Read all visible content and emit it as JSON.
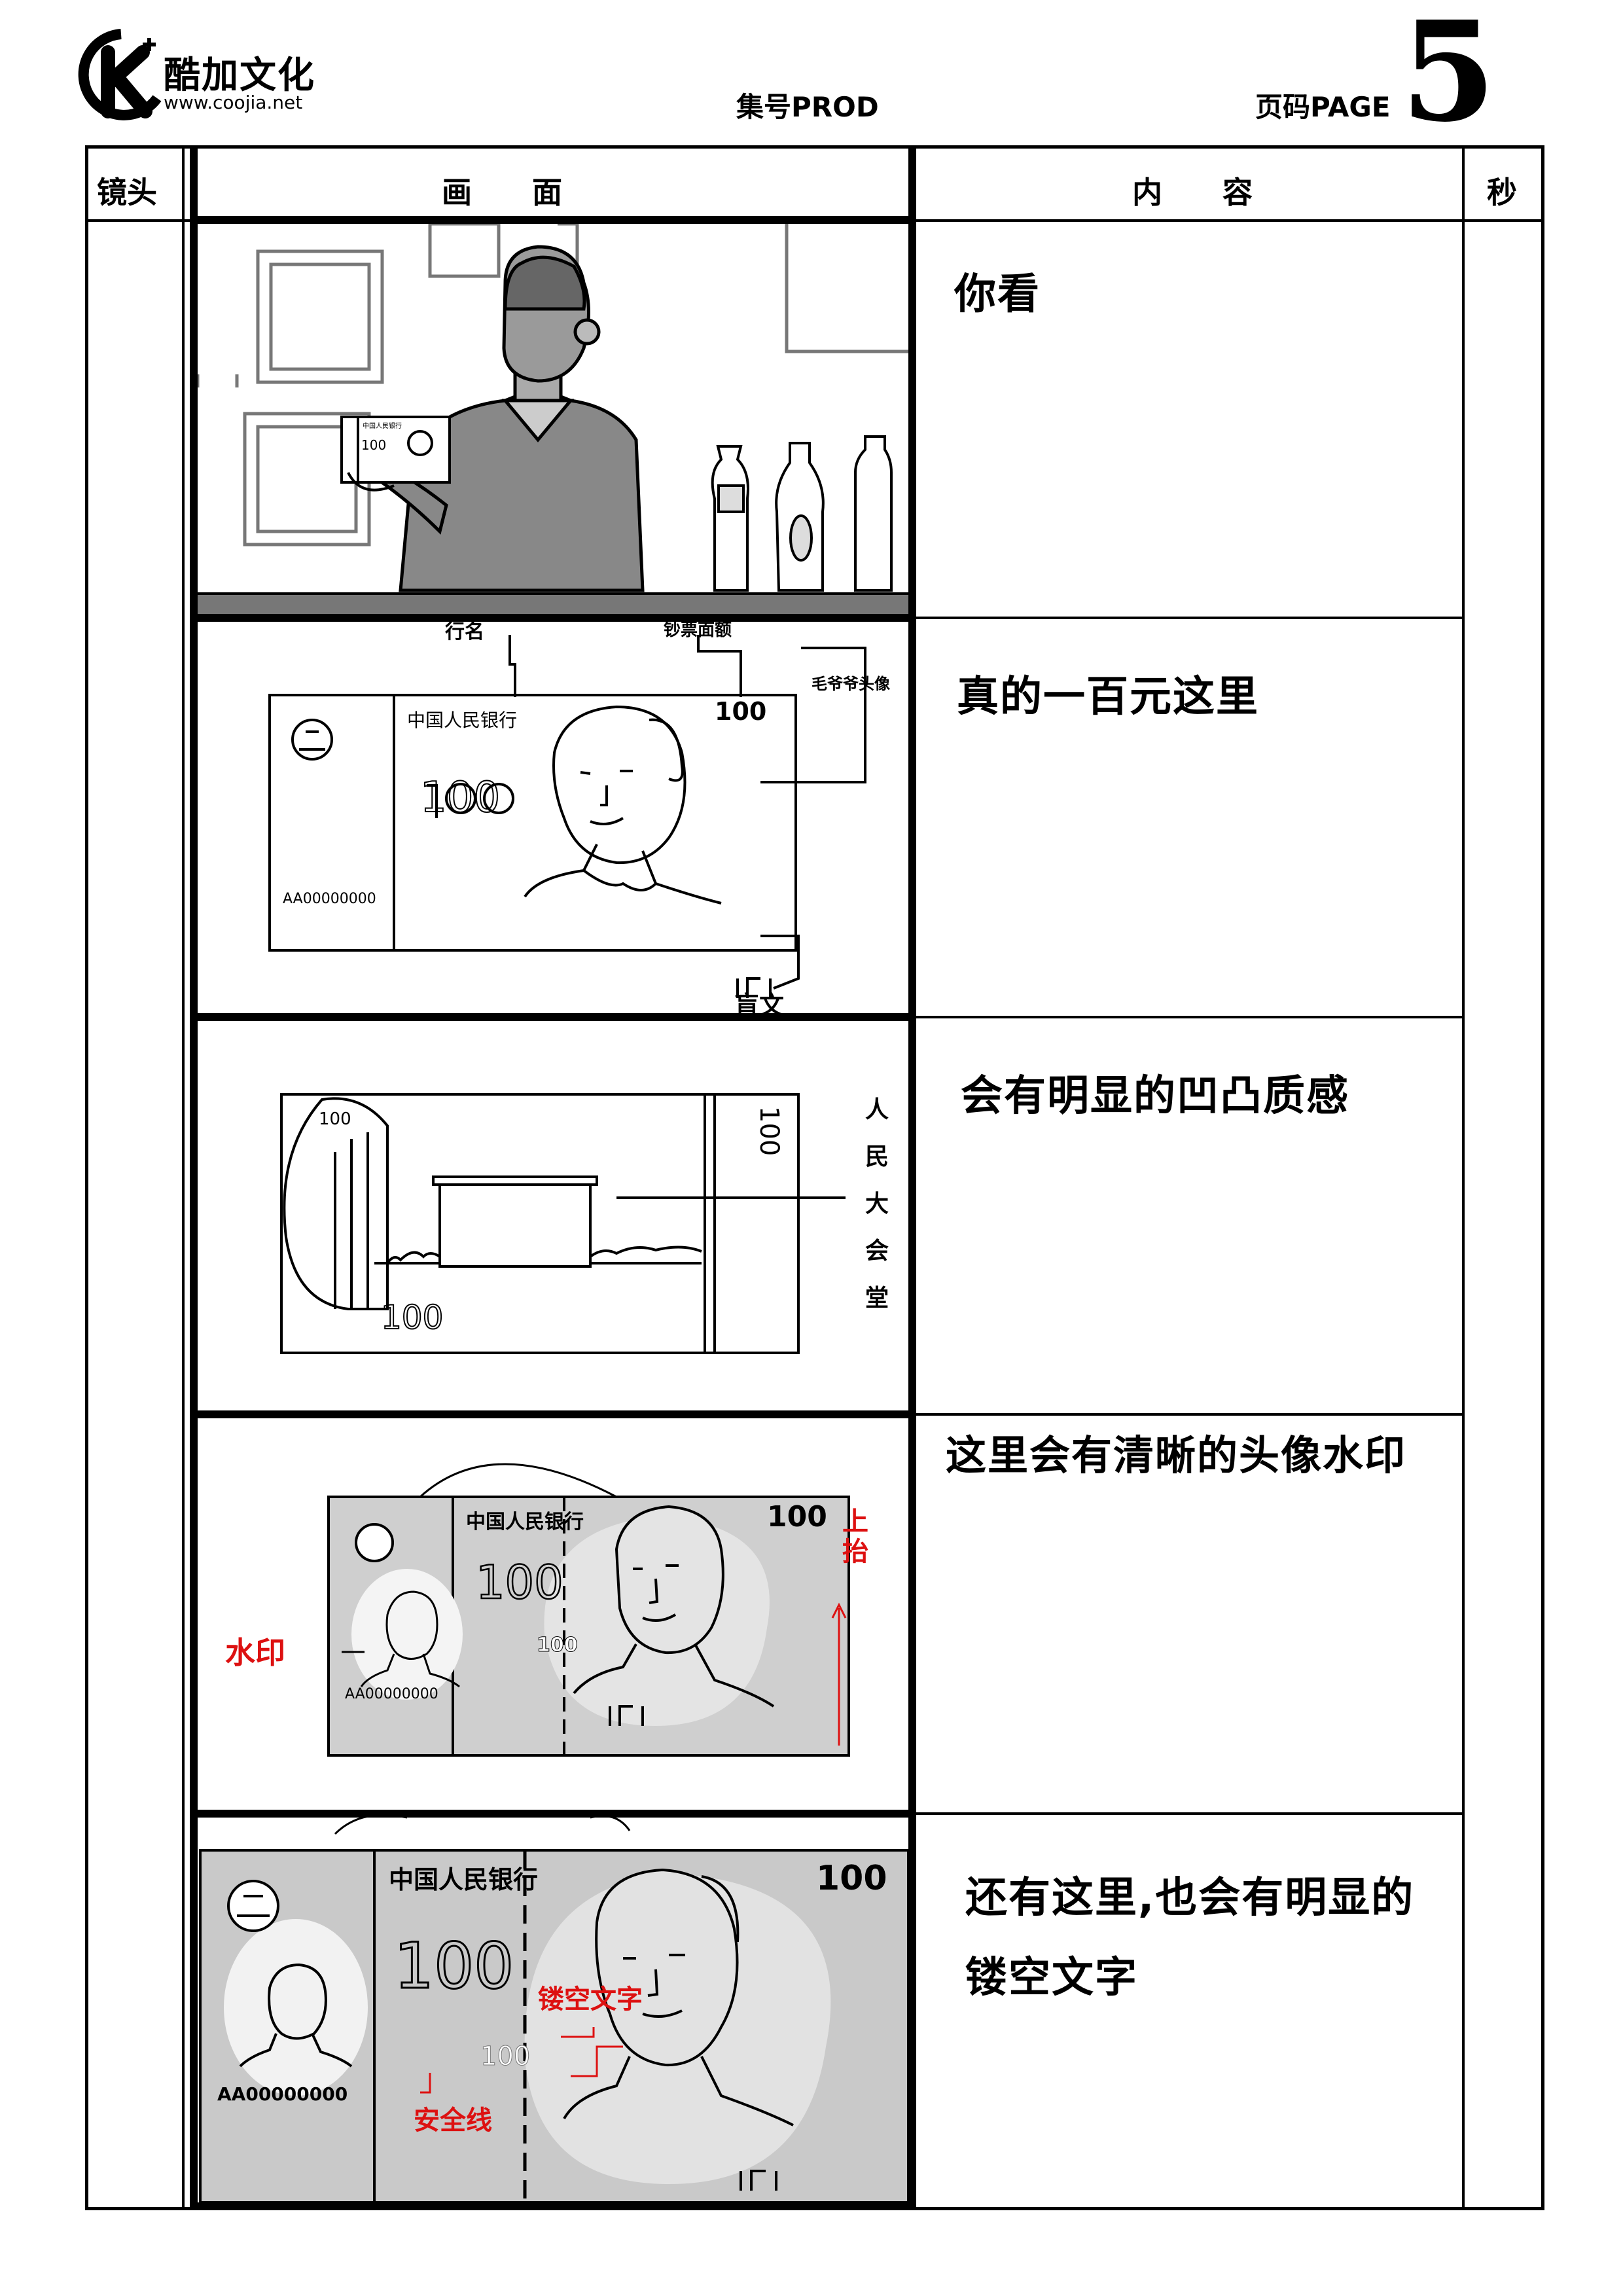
{
  "logo": {
    "name": "酷加文化",
    "url": "www.coojia.net"
  },
  "header": {
    "prod_label": "集号PROD",
    "page_label": "页码PAGE",
    "page_number": "5"
  },
  "columns": {
    "shot": "镜头",
    "picture": "画　　面",
    "content": "内　　容",
    "seconds": "秒"
  },
  "rows": [
    {
      "content": "你看"
    },
    {
      "content": "真的一百元这里",
      "annotations": {
        "bank_name": "行名",
        "denomination": "钞票面额",
        "portrait": "毛爷爷头像",
        "braille": "盲文"
      },
      "note_bank": "中国人民银行",
      "note_value": "100",
      "note_serial": "AA00000000"
    },
    {
      "content": "会有明显的凹凸质感",
      "annotations": {
        "hall": [
          "人",
          "民",
          "大",
          "会",
          "堂"
        ]
      },
      "note_value": "100"
    },
    {
      "content": "这里会有清晰的头像水印",
      "annotations": {
        "watermark": "水印",
        "tilt": [
          "上",
          "抬"
        ]
      },
      "note_bank": "中国人民银行",
      "note_value": "100",
      "note_serial": "AA00000000"
    },
    {
      "content": [
        "还有这里,也会有明显的",
        "镂空文字"
      ],
      "annotations": {
        "hollow_text": "镂空文字",
        "security_thread": "安全线"
      },
      "note_bank": "中国人民银行",
      "note_value": "100",
      "note_serial": "AA00000000"
    }
  ]
}
